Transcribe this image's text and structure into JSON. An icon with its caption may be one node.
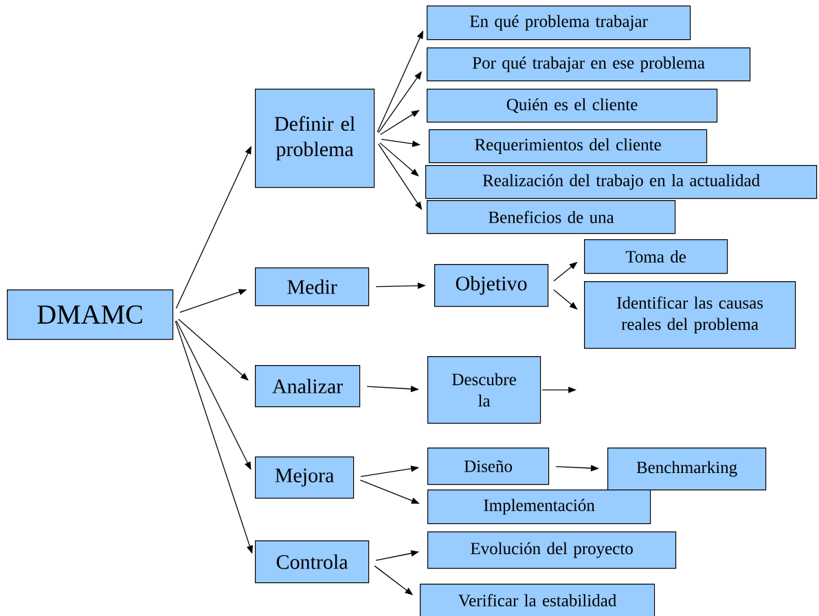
{
  "diagram": {
    "nodes": [
      {
        "text": [
          "DMAMC"
        ]
      },
      {
        "text": [
          "Definir el problema"
        ]
      },
      {
        "text": [
          "Medir"
        ]
      },
      {
        "text": [
          "Analizar"
        ]
      },
      {
        "text": [
          "Mejora"
        ]
      },
      {
        "text": [
          "Controla"
        ]
      },
      {
        "text": [
          "En qué problema trabajar"
        ]
      },
      {
        "text": [
          "Por qué trabajar en ese problema"
        ]
      },
      {
        "text": [
          "Quién es el cliente"
        ]
      },
      {
        "text": [
          "Requerimientos del cliente"
        ]
      },
      {
        "text": [
          "Realización del trabajo en la actualidad"
        ]
      },
      {
        "text": [
          "Beneficios de una"
        ]
      },
      {
        "text": [
          "Objetivo"
        ]
      },
      {
        "text": [
          "Toma de"
        ]
      },
      {
        "text": [
          "Identificar las causas reales del problema"
        ]
      },
      {
        "text": [
          "Descubre la"
        ]
      },
      {
        "text": [
          "Diseño"
        ]
      },
      {
        "text": [
          "Benchmarking"
        ]
      },
      {
        "text": [
          "Implementación"
        ]
      },
      {
        "text": [
          "Evolución del proyecto"
        ]
      },
      {
        "text": [
          "Verificar la estabilidad"
        ]
      }
    ],
    "edges": [
      {
        "from": 0,
        "to": 1,
        "arrow": "to"
      },
      {
        "from": 0,
        "to": 2,
        "arrow": "to"
      },
      {
        "from": 0,
        "to": 3,
        "arrow": "to"
      },
      {
        "from": 0,
        "to": 4,
        "arrow": "to"
      },
      {
        "from": 0,
        "to": 5,
        "arrow": "to"
      },
      {
        "from": 1,
        "to": 6,
        "arrow": "to"
      },
      {
        "from": 1,
        "to": 7,
        "arrow": "to"
      },
      {
        "from": 1,
        "to": 8,
        "arrow": "to"
      },
      {
        "from": 1,
        "to": 9,
        "arrow": "to"
      },
      {
        "from": 1,
        "to": 10,
        "arrow": "to"
      },
      {
        "from": 1,
        "to": 11,
        "arrow": "to"
      },
      {
        "from": 2,
        "to": 12,
        "arrow": "to"
      },
      {
        "from": 12,
        "to": 13,
        "arrow": "to"
      },
      {
        "from": 12,
        "to": 14,
        "arrow": "to"
      },
      {
        "from": 3,
        "to": 15,
        "arrow": "to"
      },
      {
        "from": 15,
        "to": null,
        "arrow": "to"
      },
      {
        "from": 4,
        "to": 16,
        "arrow": "to"
      },
      {
        "from": 4,
        "to": 18,
        "arrow": "to"
      },
      {
        "from": 16,
        "to": 17,
        "arrow": "to"
      },
      {
        "from": 5,
        "to": 19,
        "arrow": "to"
      },
      {
        "from": 5,
        "to": 20,
        "arrow": "to"
      }
    ]
  }
}
